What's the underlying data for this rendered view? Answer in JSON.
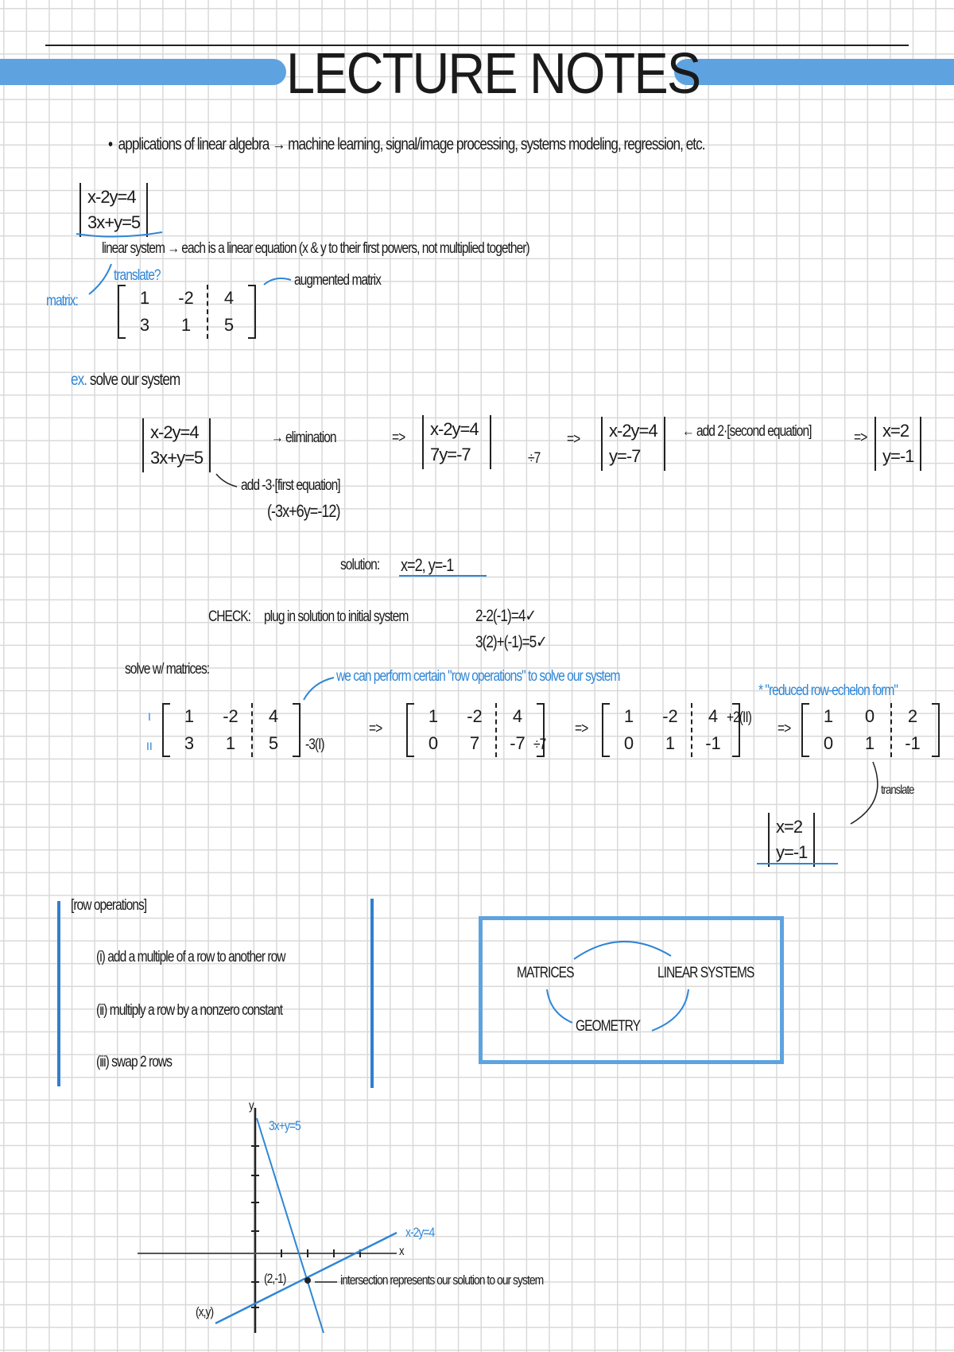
{
  "title": "LECTURE NOTES",
  "bullet": "applications of linear algebra → machine learning, signal/image processing, systems modeling, regression, etc.",
  "intro": {
    "system": [
      "x-2y=4",
      "3x+y=5"
    ],
    "linear_system_note": "linear system → each is a linear equation (x & y to their first powers, not multiplied together)",
    "translate_q": "translate?",
    "matrix_label": "matrix:",
    "matrix": [
      [
        "1",
        "-2",
        "4"
      ],
      [
        "3",
        "1",
        "5"
      ]
    ],
    "augmented_label": "augmented matrix"
  },
  "example": {
    "heading_prefix": "ex.",
    "heading": "solve our system",
    "systems": [
      [
        "x-2y=4",
        "3x+y=5"
      ],
      [
        "x-2y=4",
        "7y=-7"
      ],
      [
        "x-2y=4",
        "y=-7"
      ],
      [
        "x=2",
        "y=-1"
      ]
    ],
    "elimination": "→ elimination",
    "implies": "=>",
    "div7": "÷7",
    "add_second": "← add 2·[second equation]",
    "add_first": "add -3·[first equation]",
    "add_first_expr": "(-3x+6y=-12)",
    "solution_label": "solution:",
    "solution": "x=2, y=-1",
    "check_label": "CHECK:",
    "check_text": "plug in solution to initial system",
    "checks": [
      "2-2(-1)=4✓",
      "3(2)+(-1)=5✓"
    ]
  },
  "matrices": {
    "heading": "solve w/ matrices:",
    "note": "we can perform certain \"row operations\" to solve our system",
    "rref_note": "* \"reduced row-echelon form\"",
    "row_labels": [
      "I",
      "II"
    ],
    "steps": [
      {
        "m": [
          [
            "1",
            "-2",
            "4"
          ],
          [
            "3",
            "1",
            "5"
          ]
        ],
        "op": "-3(I)"
      },
      {
        "m": [
          [
            "1",
            "-2",
            "4"
          ],
          [
            "0",
            "7",
            "-7"
          ]
        ],
        "op": "÷7"
      },
      {
        "m": [
          [
            "1",
            "-2",
            "4"
          ],
          [
            "0",
            "1",
            "-1"
          ]
        ],
        "op": "+2(II)"
      },
      {
        "m": [
          [
            "1",
            "0",
            "2"
          ],
          [
            "0",
            "1",
            "-1"
          ]
        ],
        "op": ""
      }
    ],
    "translate": "translate",
    "final_system": [
      "x=2",
      "y=-1"
    ]
  },
  "row_ops": {
    "heading": "[row operations]",
    "items": [
      "(i) add a multiple of a row to another row",
      "(ii) multiply a row by a nonzero constant",
      "(iii) swap 2 rows"
    ]
  },
  "diagram": {
    "matrices": "MATRICES",
    "linear_systems": "LINEAR SYSTEMS",
    "geometry": "GEOMETRY"
  },
  "graph": {
    "y_label": "y",
    "x_label": "x",
    "line1": "3x+y=5",
    "line2": "x-2y=4",
    "intersection": "(2,-1)",
    "intersection_note": "intersection represents our solution to our system",
    "point_label": "(x,y)"
  },
  "colors": {
    "accent": "#2f86d6",
    "band": "#5ea3e0"
  }
}
